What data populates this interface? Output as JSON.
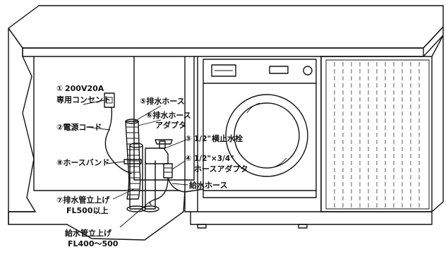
{
  "labels": {
    "outlet_num": "①",
    "outlet_line1": "200V20A",
    "outlet_line2": "専用コンセント",
    "power_cord": "②電源コード",
    "faucet_num": "③",
    "faucet_line": "横止水栓",
    "faucet_size": "1/2\"",
    "adapter_num": "④",
    "adapter_size": "1/2\"×3/4\"",
    "adapter_line2": "ホースアダプタ",
    "drain_hose": "⑤排水ホース",
    "drain_adapter_line1": "⑥排水ホース",
    "drain_adapter_line2": "アダプタ",
    "drain_pipe_line1": "⑦排水管立上げ",
    "drain_pipe_line2": "FL500以上",
    "hose_band": "⑧ホースバンド",
    "supply_hose": "給水ホース",
    "supply_pipe_line1": "給水管立上げ",
    "supply_pipe_line2": "FL400～500"
  }
}
